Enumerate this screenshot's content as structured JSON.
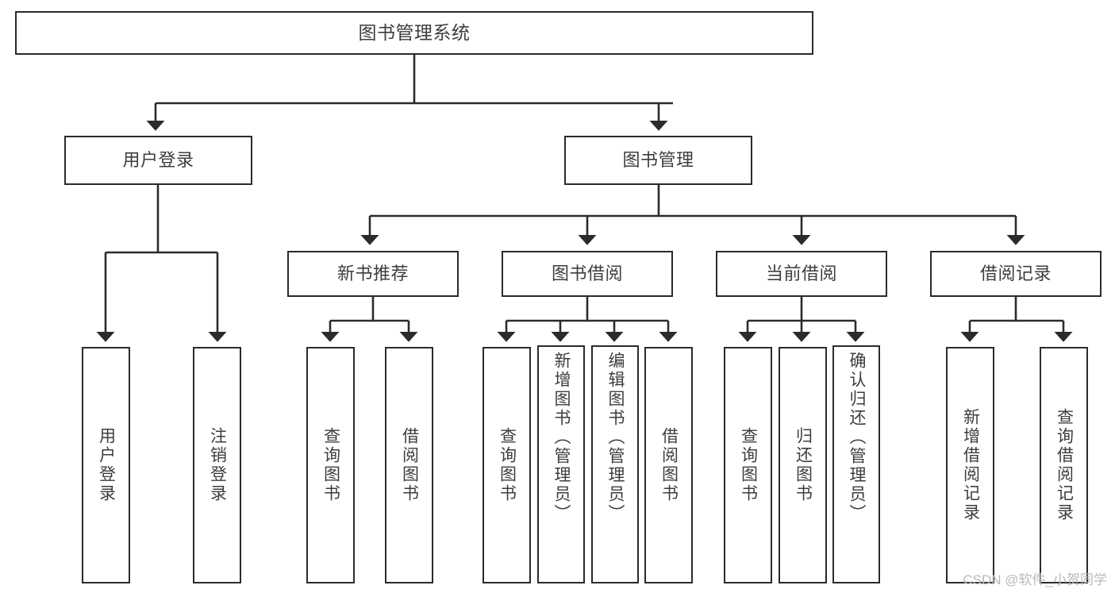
{
  "diagram": {
    "type": "tree-hierarchy-chart",
    "title": "图书管理系统",
    "orientation": "top-down",
    "colors": {
      "stroke": "#2b2b2b",
      "fill": "#ffffff",
      "text": "#3d3d3d",
      "watermark": "#b9b9b9"
    },
    "root": {
      "id": "root",
      "label": "图书管理系统"
    },
    "level2": [
      {
        "id": "user-login",
        "label": "用户登录"
      },
      {
        "id": "book-manage",
        "label": "图书管理"
      }
    ],
    "level3": [
      {
        "id": "new-book-rec",
        "label": "新书推荐",
        "parent": "book-manage"
      },
      {
        "id": "book-borrow",
        "label": "图书借阅",
        "parent": "book-manage"
      },
      {
        "id": "current-borrow",
        "label": "当前借阅",
        "parent": "book-manage"
      },
      {
        "id": "borrow-record",
        "label": "借阅记录",
        "parent": "book-manage"
      }
    ],
    "leaves": {
      "user-login": [
        {
          "id": "leaf-user-login",
          "label": "用户登录"
        },
        {
          "id": "leaf-user-logout",
          "label": "注销登录"
        }
      ],
      "new-book-rec": [
        {
          "id": "leaf-query-book-1",
          "label": "查询图书"
        },
        {
          "id": "leaf-borrow-book-1",
          "label": "借阅图书"
        }
      ],
      "book-borrow": [
        {
          "id": "leaf-query-book-2",
          "label": "查询图书"
        },
        {
          "id": "leaf-add-book",
          "label": "新增图书（管理员）"
        },
        {
          "id": "leaf-edit-book",
          "label": "编辑图书（管理员）"
        },
        {
          "id": "leaf-borrow-book-2",
          "label": "借阅图书"
        }
      ],
      "current-borrow": [
        {
          "id": "leaf-query-book-3",
          "label": "查询图书"
        },
        {
          "id": "leaf-return-book",
          "label": "归还图书"
        },
        {
          "id": "leaf-confirm-return",
          "label": "确认归还（管理员）"
        }
      ],
      "borrow-record": [
        {
          "id": "leaf-add-record",
          "label": "新增借阅记录"
        },
        {
          "id": "leaf-query-record",
          "label": "查询借阅记录"
        }
      ]
    }
  },
  "watermark": {
    "text": "CSDN @软件_小贺同学"
  }
}
